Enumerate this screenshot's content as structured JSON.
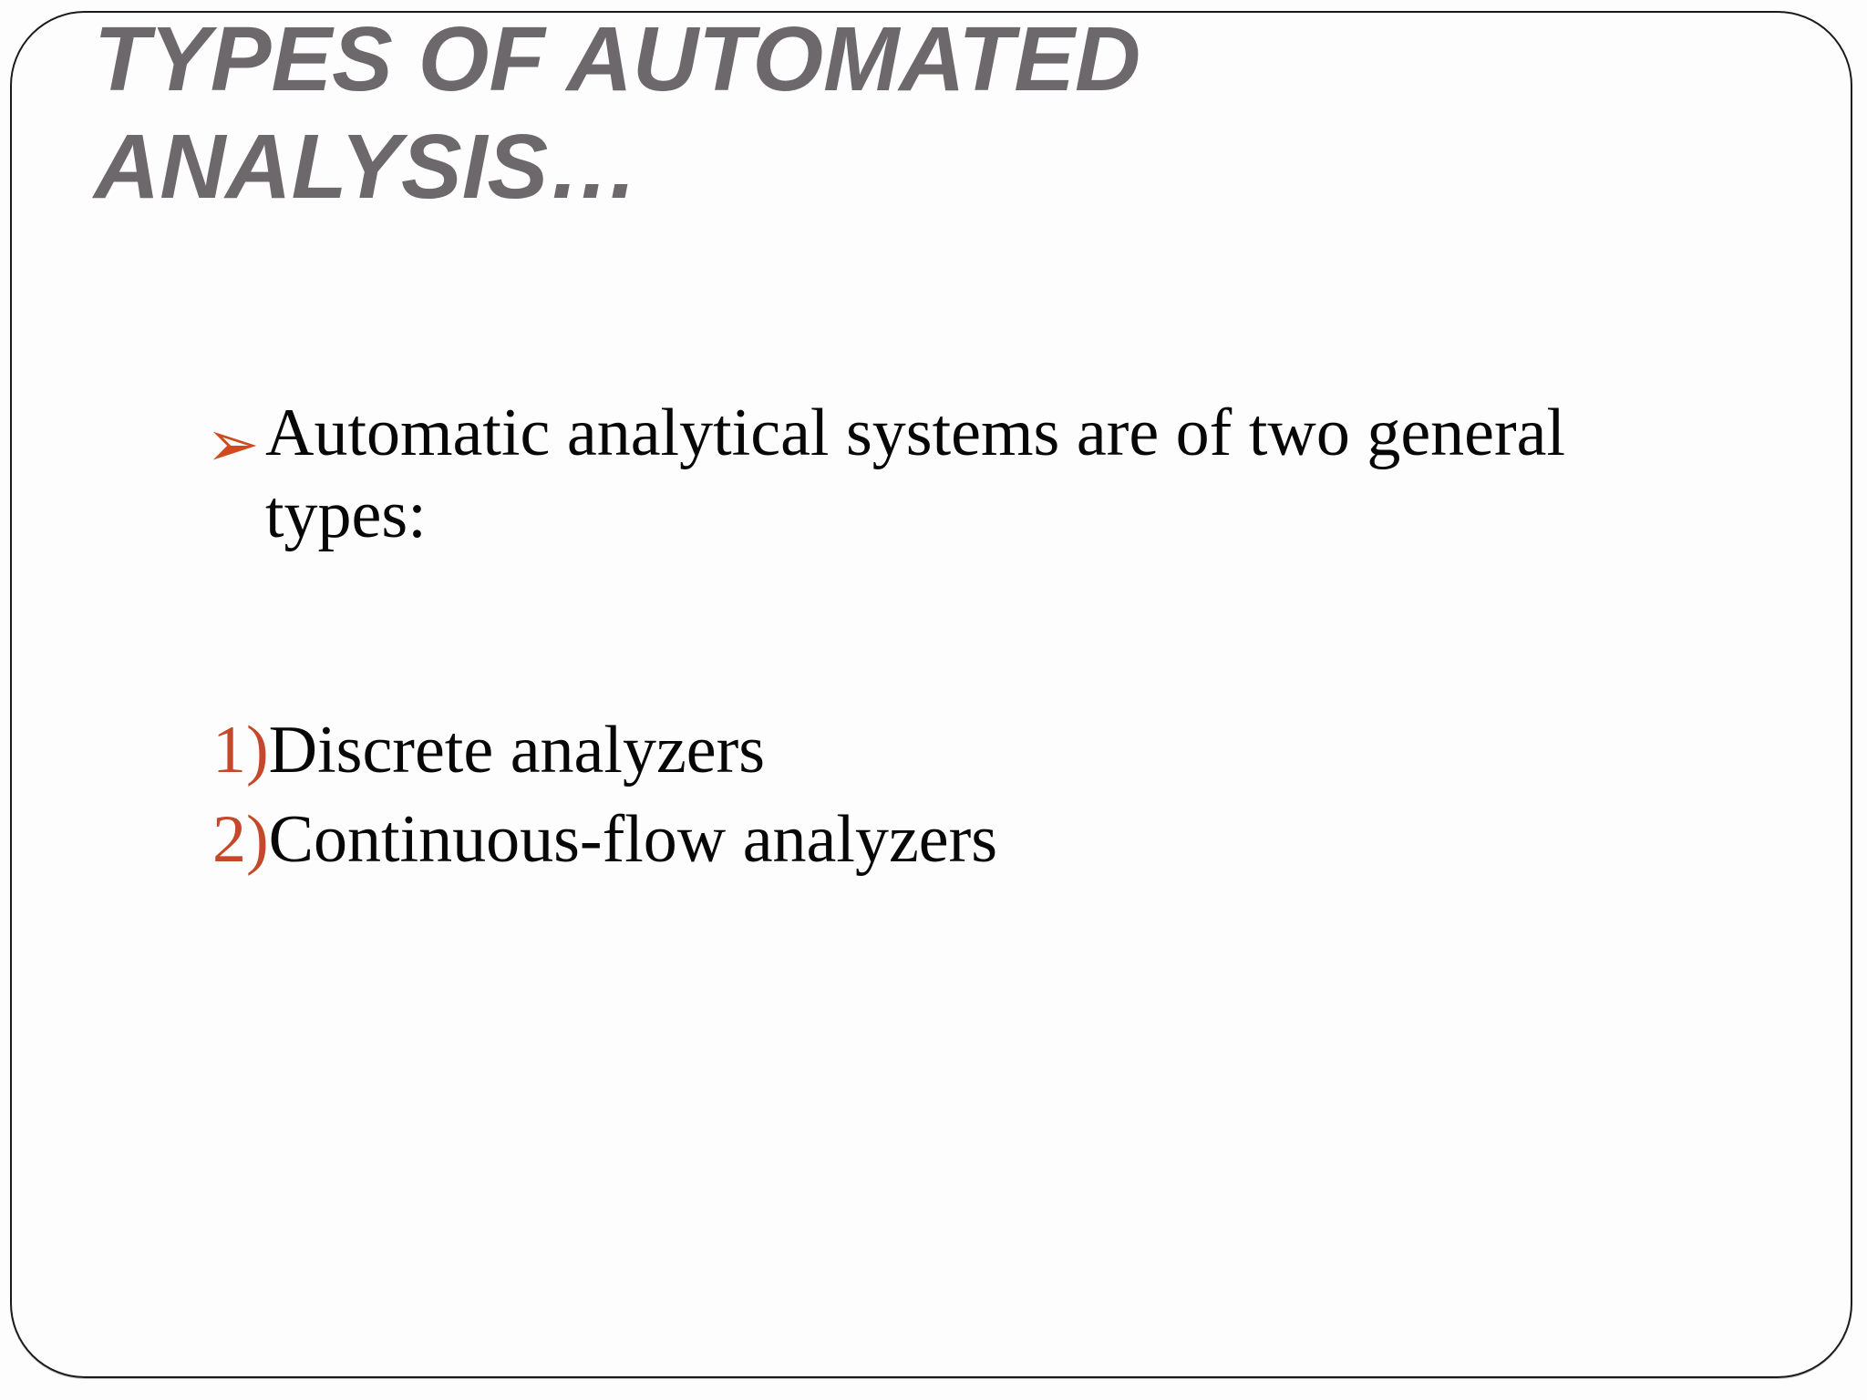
{
  "slide": {
    "title": {
      "line1": "TYPES OF AUTOMATED",
      "line2": "ANALYSIS…"
    },
    "bullet": {
      "marker_icon": "arrowhead-bullet",
      "marker_glyph": "➢",
      "line1": "Automatic analytical systems are of two general",
      "line2": "types:"
    },
    "list": [
      {
        "number": "1)",
        "text": "Discrete analyzers"
      },
      {
        "number": "2)",
        "text": "Continuous-flow analyzers"
      }
    ],
    "colors": {
      "title_gray": "#6c686c",
      "body_black": "#070707",
      "accent_arrow": "#cf4a1e",
      "accent_number": "#c4492a",
      "border": "#1a1a1a"
    }
  }
}
